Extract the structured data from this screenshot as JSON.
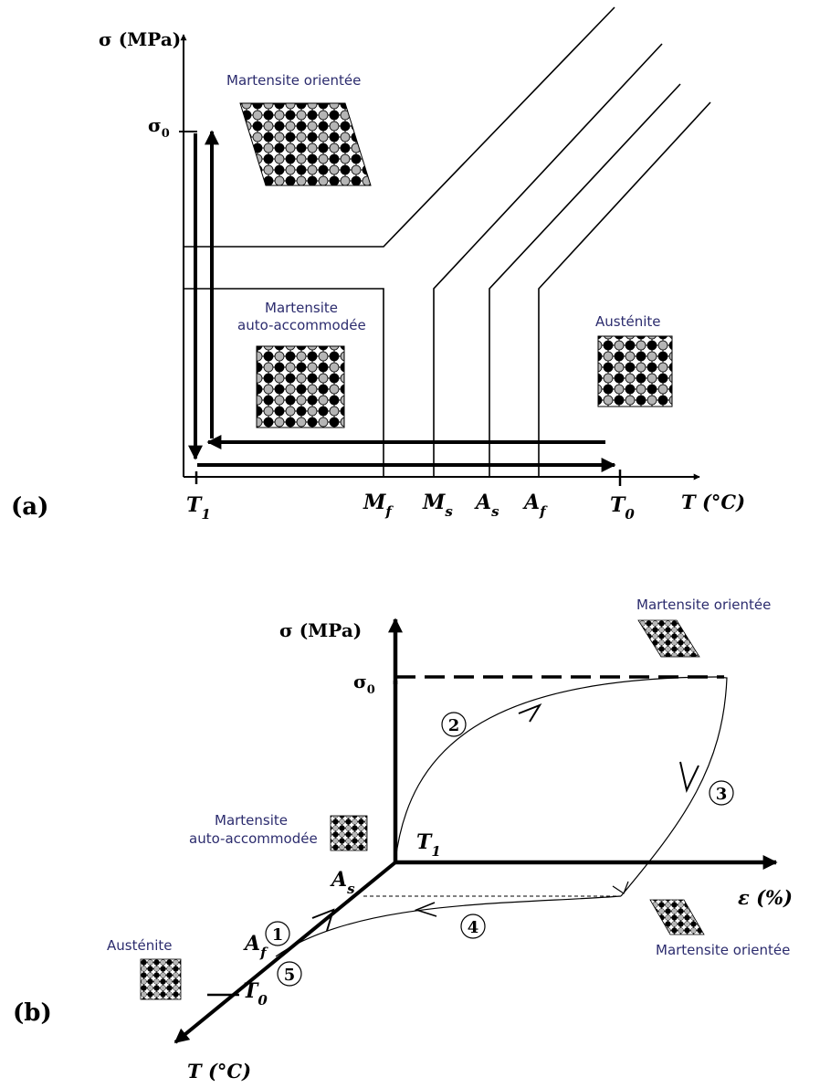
{
  "panel_a": {
    "panel_label": "(a)",
    "y_axis_label": "σ (MPa)",
    "x_axis_label": "T (°C)",
    "sigma0": "σ",
    "sigma0_sub": "0",
    "t1": "T",
    "t1_sub": "1",
    "t0": "T",
    "t0_sub": "0",
    "mf": "M",
    "mf_sub": "f",
    "ms": "M",
    "ms_sub": "s",
    "as": "A",
    "as_sub": "s",
    "af": "A",
    "af_sub": "f",
    "label_oriented": "Martensite orientée",
    "label_auto_line1": "Martensite",
    "label_auto_line2": "auto-accommodée",
    "label_austenite": "Austénite"
  },
  "panel_b": {
    "panel_label": "(b)",
    "y_axis_label": "σ (MPa)",
    "x_axis_label": "ε (%)",
    "t_axis_label": "T (°C)",
    "sigma0": "σ",
    "sigma0_sub": "0",
    "t1": "T",
    "t1_sub": "1",
    "t0": "T",
    "t0_sub": "0",
    "as": "A",
    "as_sub": "s",
    "af": "A",
    "af_sub": "f",
    "steps": [
      "1",
      "2",
      "3",
      "4",
      "5"
    ],
    "label_oriented_top": "Martensite orientée",
    "label_oriented_bottom": "Martensite orientée",
    "label_auto_line1": "Martensite",
    "label_auto_line2": "auto-accommodée",
    "label_austenite": "Austénite"
  }
}
